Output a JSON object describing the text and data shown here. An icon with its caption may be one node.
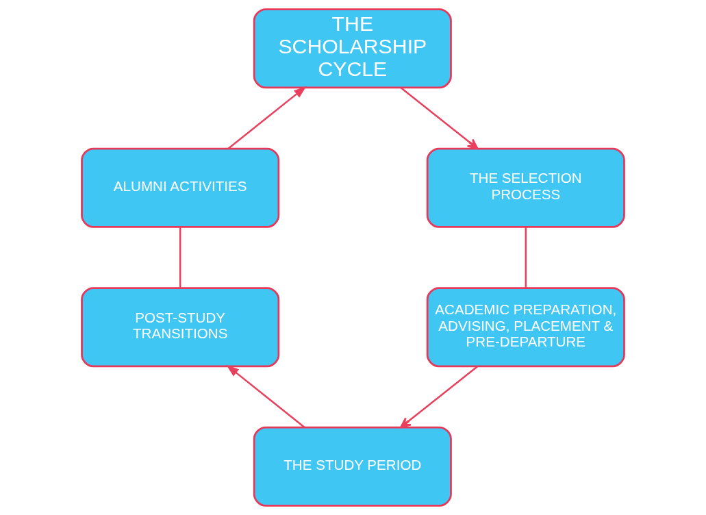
{
  "diagram": {
    "nodes": [
      {
        "text": [
          "THE SCHOLARSHIP CYCLE"
        ]
      },
      {
        "text": [
          "ALUMNI ACTIVITIES"
        ]
      },
      {
        "text": [
          "THE SELECTION PROCESS"
        ]
      },
      {
        "text": [
          "POST-STUDY TRANSITIONS"
        ]
      },
      {
        "text": [
          "ACADEMIC PREPARATION, ADVISING, PLACEMENT & PRE-DEPARTURE"
        ]
      },
      {
        "text": [
          "THE STUDY PERIOD"
        ]
      }
    ],
    "edges": [
      {
        "from": 1,
        "to": 0,
        "arrow": "to"
      },
      {
        "from": 0,
        "to": 2,
        "arrow": "to"
      },
      {
        "from": 2,
        "to": 4,
        "arrow": "none"
      },
      {
        "from": 4,
        "to": 5,
        "arrow": "to"
      },
      {
        "from": 5,
        "to": 3,
        "arrow": "to"
      },
      {
        "from": 3,
        "to": 1,
        "arrow": "none"
      }
    ]
  }
}
